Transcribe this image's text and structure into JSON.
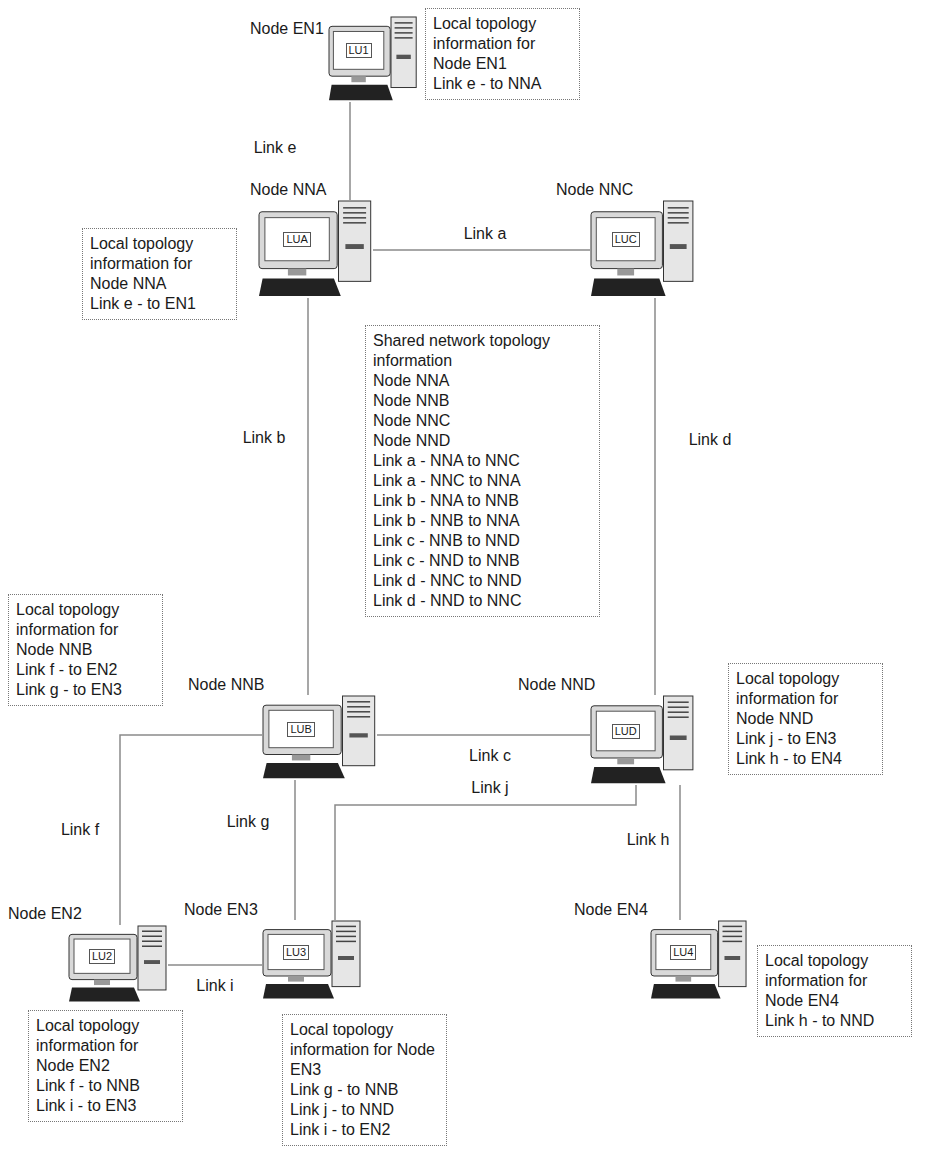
{
  "diagram": {
    "nodes": [
      {
        "text": [
          "Node EN1",
          "LU1"
        ]
      },
      {
        "text": [
          "Local topology information for Node EN1",
          "Link e - to NNA"
        ]
      },
      {
        "text": [
          "Node NNA",
          "LUA"
        ]
      },
      {
        "text": [
          "Node NNC",
          "LUC"
        ]
      },
      {
        "text": [
          "Local topology information for Node NNA",
          "Link e - to EN1"
        ]
      },
      {
        "text": [
          "Shared network topology information",
          "Node NNA",
          "Node NNB",
          "Node NNC",
          "Node NND",
          "Link a - NNA to NNC",
          "Link a - NNC to NNA",
          "Link b - NNA to NNB",
          "Link b - NNB to NNA",
          "Link c - NNB to NND",
          "Link c - NND to NNB",
          "Link d - NNC to NND",
          "Link d - NND to NNC"
        ]
      },
      {
        "text": [
          "Local topology information for Node NNB",
          "Link f - to EN2",
          "Link g - to EN3"
        ]
      },
      {
        "text": [
          "Node NNB",
          "LUB"
        ]
      },
      {
        "text": [
          "Node NND",
          "LUD"
        ]
      },
      {
        "text": [
          "Local topology information for Node NND",
          "Link j - to EN3",
          "Link h - to EN4"
        ]
      },
      {
        "text": [
          "Node EN2",
          "LU2"
        ]
      },
      {
        "text": [
          "Node EN3",
          "LU3"
        ]
      },
      {
        "text": [
          "Node EN4",
          "LU4"
        ]
      },
      {
        "text": [
          "Local topology information for Node EN4",
          "Link h - to NND"
        ]
      },
      {
        "text": [
          "Local topology information for Node EN2",
          "Link f - to NNB",
          "Link i - to EN3"
        ]
      },
      {
        "text": [
          "Local topology information for Node EN3",
          "Link g - to NNB",
          "Link j - to NND",
          "Link i - to EN2"
        ]
      }
    ],
    "edges": [
      {
        "from": 0,
        "to": 2,
        "arrow": "none",
        "label": "Link e"
      },
      {
        "from": 2,
        "to": 3,
        "arrow": "none",
        "label": "Link a"
      },
      {
        "from": 2,
        "to": 7,
        "arrow": "none",
        "label": "Link b"
      },
      {
        "from": 3,
        "to": 8,
        "arrow": "none",
        "label": "Link d"
      },
      {
        "from": 7,
        "to": 8,
        "arrow": "none",
        "label": "Link c"
      },
      {
        "from": 7,
        "to": 10,
        "arrow": "none",
        "label": "Link f"
      },
      {
        "from": 7,
        "to": 11,
        "arrow": "none",
        "label": "Link g"
      },
      {
        "from": 8,
        "to": 11,
        "arrow": "none",
        "label": "Link j"
      },
      {
        "from": 8,
        "to": 12,
        "arrow": "none",
        "label": "Link h"
      },
      {
        "from": 10,
        "to": 11,
        "arrow": "none",
        "label": "Link i"
      }
    ]
  }
}
